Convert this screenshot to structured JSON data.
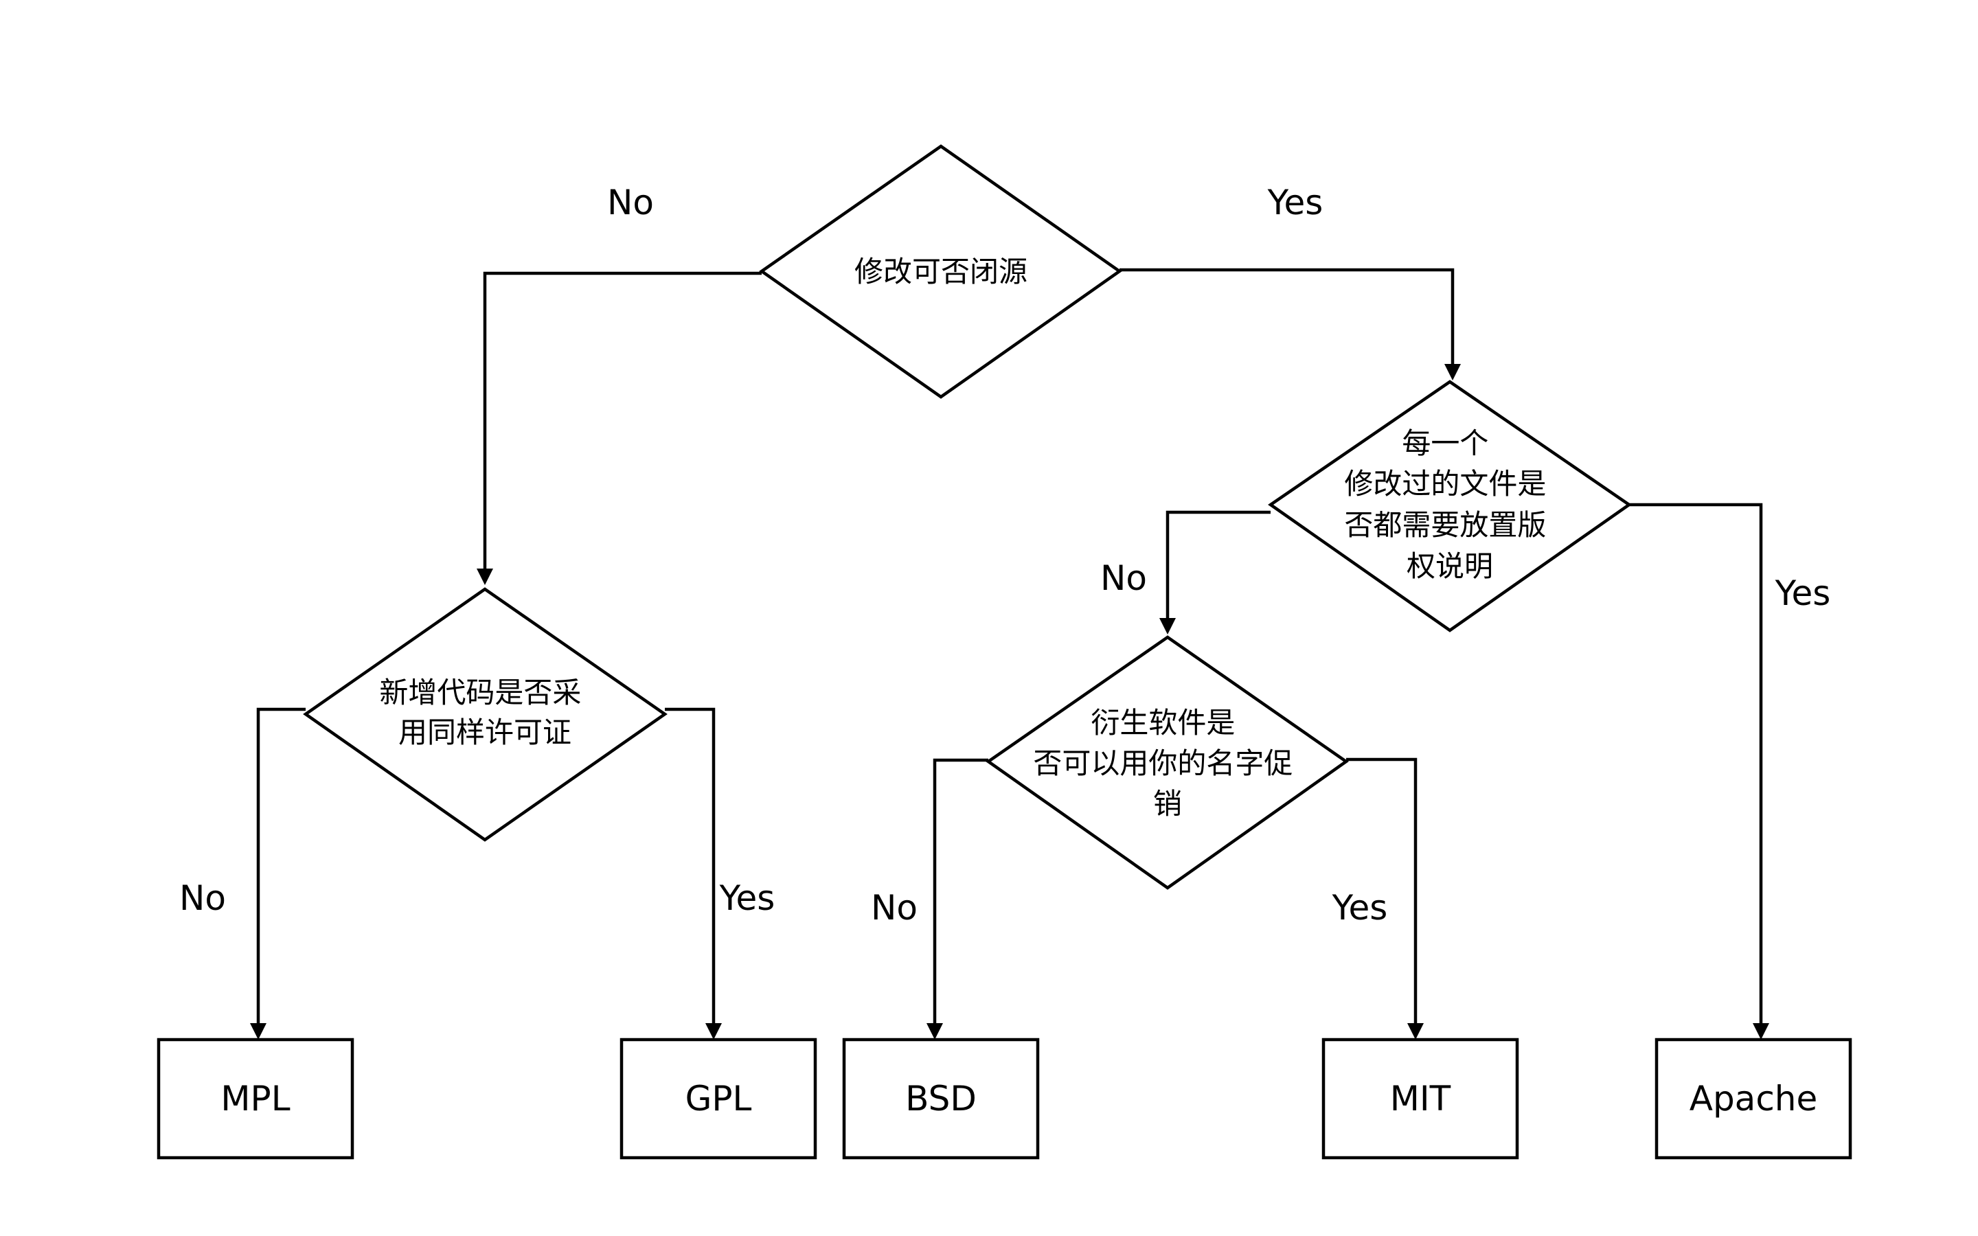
{
  "diagram": {
    "decisions": {
      "closed_source": {
        "lines": [
          "修改可否闭源"
        ]
      },
      "same_license": {
        "lines": [
          "新增代码是否采",
          "用同样许可证"
        ]
      },
      "copyright_notice": {
        "lines": [
          "每一个",
          "修改过的文件是",
          "否都需要放置版",
          "权说明"
        ]
      },
      "promotion": {
        "lines": [
          "衍生软件是",
          "否可以用你的名字促",
          "销"
        ]
      }
    },
    "licenses": {
      "mpl": "MPL",
      "gpl": "GPL",
      "bsd": "BSD",
      "mit": "MIT",
      "apache": "Apache"
    },
    "edge_labels": {
      "closed_source_no": "No",
      "closed_source_yes": "Yes",
      "same_license_no": "No",
      "same_license_yes": "Yes",
      "copyright_notice_no": "No",
      "copyright_notice_yes": "Yes",
      "promotion_no": "No",
      "promotion_yes": "Yes"
    },
    "colors": {
      "stroke": "#000000",
      "fill": "#ffffff",
      "text": "#000000"
    }
  }
}
